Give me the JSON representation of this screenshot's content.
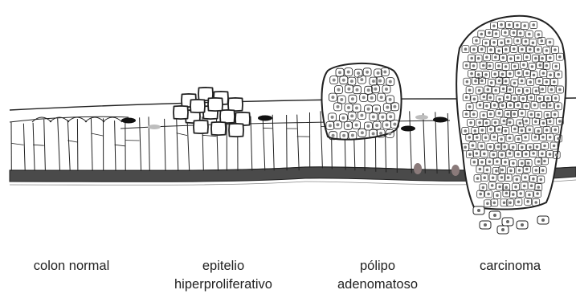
{
  "stages": [
    {
      "id": "normal",
      "label_lines": [
        "colon normal"
      ]
    },
    {
      "id": "hyperproliferative",
      "label_lines": [
        "epitelio",
        "hiperproliferativo"
      ]
    },
    {
      "id": "adenomatous-polyp",
      "label_lines": [
        "pólipo",
        "adenomatoso"
      ]
    },
    {
      "id": "carcinoma",
      "label_lines": [
        "carcinoma"
      ]
    }
  ],
  "colors": {
    "outline": "#222222",
    "basement_membrane": "#4a4a4a",
    "nucleus_dark": "#111111",
    "nucleus_gray": "#bdbdbd",
    "cell_fill": "#ffffff"
  }
}
